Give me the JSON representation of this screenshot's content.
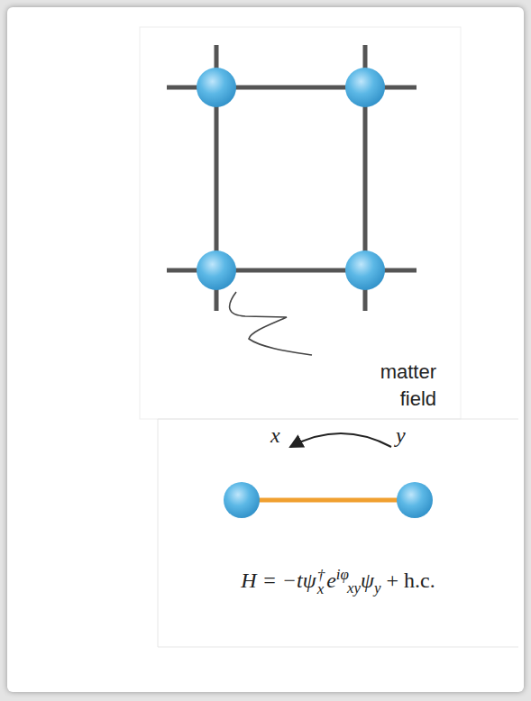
{
  "diagram": {
    "labels": [
      "matter field",
      "x",
      "y",
      "H = −tψ",
      "†",
      "x",
      "e",
      "iφ",
      "xy",
      "ψ",
      "y",
      "+ h.c."
    ]
  }
}
